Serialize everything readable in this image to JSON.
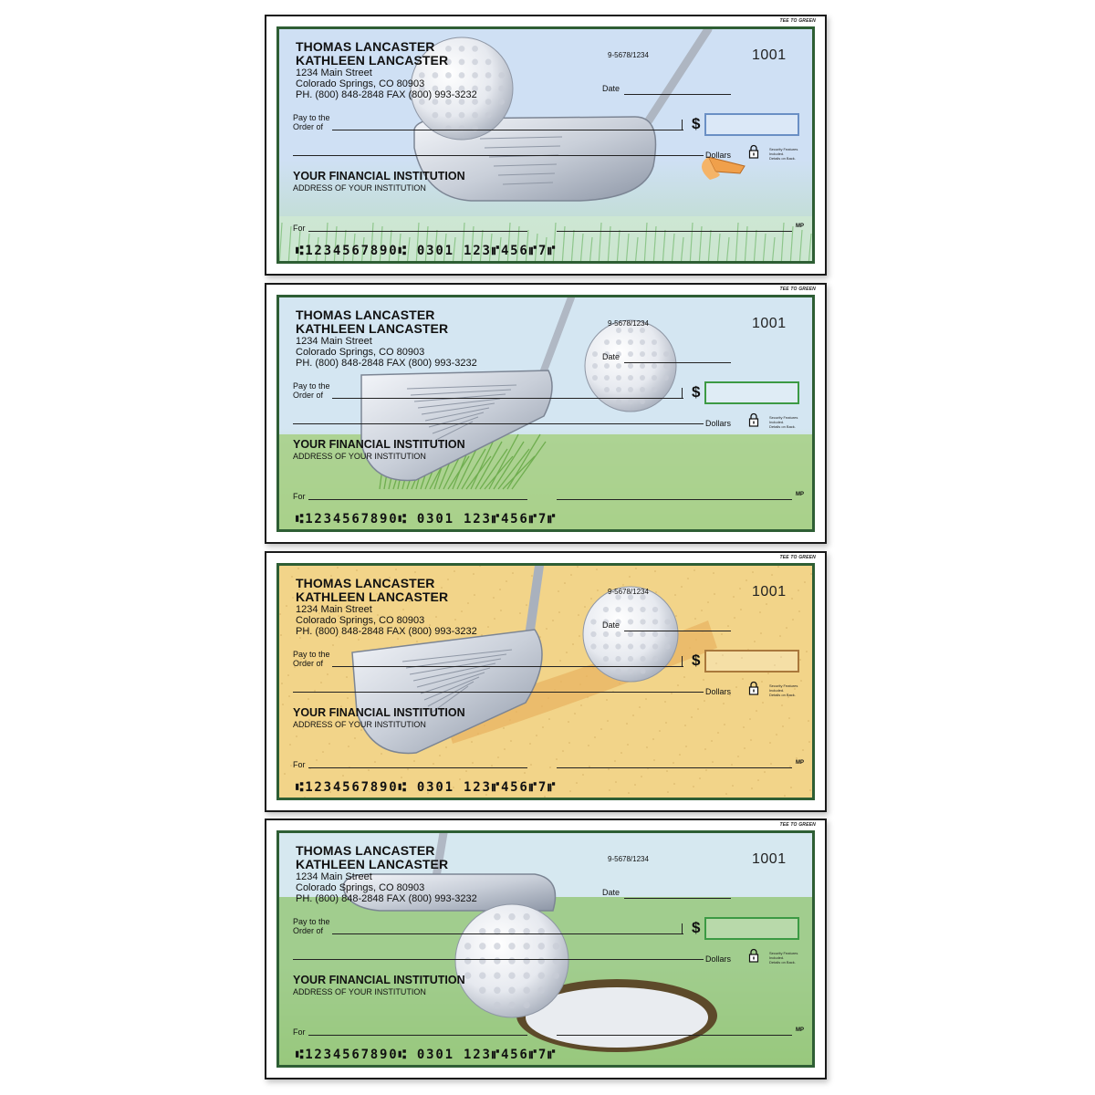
{
  "series_name": "TEE TO GREEN",
  "check_fields": {
    "owner_line_1": "THOMAS LANCASTER",
    "owner_line_2": "KATHLEEN LANCASTER",
    "address_line_1": "1234 Main Street",
    "address_line_2": "Colorado Springs, CO 80903",
    "address_line_3": "PH. (800) 848-2848  FAX (800) 993-3232",
    "routing_fraction": "9-5678/1234",
    "check_number": "1001",
    "date_label": "Date",
    "pay_to_label_1": "Pay to the",
    "pay_to_label_2": "Order of",
    "dollar_sign": "$",
    "dollars_label": "Dollars",
    "security_note_1": "Security Features",
    "security_note_2": "Included.",
    "security_note_3": "Details on Back.",
    "bank_name": "YOUR FINANCIAL INSTITUTION",
    "bank_address": "ADDRESS OF YOUR INSTITUTION",
    "for_label": "For",
    "mp_mark": "MP",
    "micr_line": "⑆1234567890⑆  0301  123⑈456⑈7⑈"
  },
  "checks": [
    {
      "scene": "driver-tee",
      "amount_box_color": "#6a8fc4",
      "sky_color": "#cfe0f4",
      "ground_color": "#b9dcc0"
    },
    {
      "scene": "iron-fairway",
      "amount_box_color": "#3c9a44",
      "sky_color": "#d4e6f2",
      "ground_color": "#a9d08a"
    },
    {
      "scene": "wedge-bunker",
      "amount_box_color": "#a9783c",
      "sky_color": "#f1d890",
      "ground_color": "#f3d68c"
    },
    {
      "scene": "putt-hole",
      "amount_box_color": "#3c9a44",
      "sky_color": "#d6e8f0",
      "ground_color": "#98c87c"
    }
  ]
}
